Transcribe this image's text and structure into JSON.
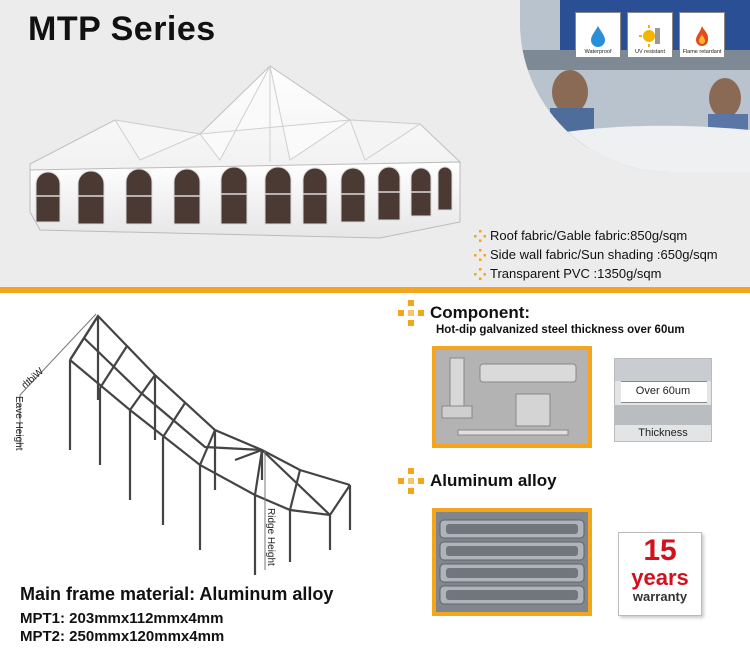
{
  "title": "MTP Series",
  "badges": [
    {
      "label": "Waterproof",
      "icon": "water-drop-icon"
    },
    {
      "label": "UV resistant",
      "icon": "sun-icon"
    },
    {
      "label": "Flame retardant",
      "icon": "flame-icon"
    }
  ],
  "specs": [
    "Roof fabric/Gable fabric:850g/sqm",
    "Side wall fabric/Sun shading :650g/sqm",
    "Transparent PVC :1350g/sqm"
  ],
  "frame_labels": {
    "width": "Width",
    "eave_height": "Eave Height",
    "ridge_height": "Ridge Height"
  },
  "main_frame": "Main frame material: Aluminum alloy",
  "mpt": [
    "MPT1: 203mmx112mmx4mm",
    "MPT2: 250mmx120mmx4mm"
  ],
  "component": {
    "heading": "Component:",
    "subheading": "Hot-dip galvanized steel thickness over 60um"
  },
  "thickness": {
    "top_label": "Over 60um",
    "bottom_label": "Thickness"
  },
  "aluminum": {
    "heading": "Aluminum alloy"
  },
  "warranty": {
    "number": "15",
    "unit": "years",
    "label": "warranty"
  },
  "colors": {
    "accent": "#f4a51c",
    "warranty_red": "#d1121c"
  }
}
